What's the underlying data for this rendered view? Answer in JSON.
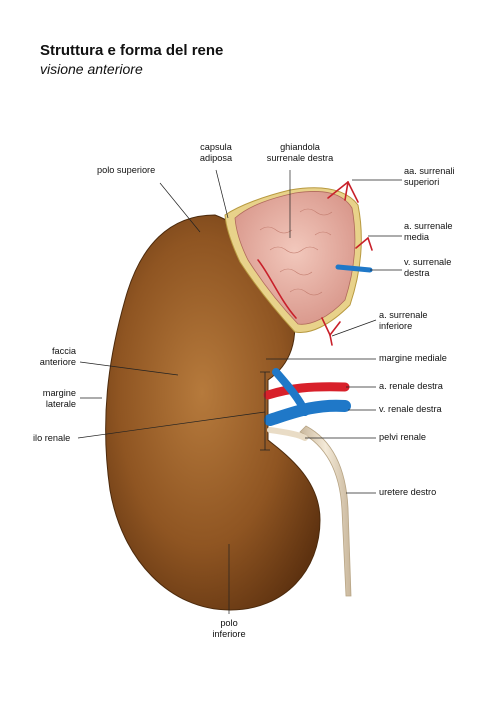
{
  "title": "Struttura e forma del rene",
  "subtitle": "visione anteriore",
  "labels": {
    "capsula_adiposa": "capsula\nadiposa",
    "ghiandola_surrenale_destra": "ghiandola\nsurrenale destra",
    "polo_superiore": "polo superiore",
    "aa_surrenali_superiori": "aa. surrenali\nsuperiori",
    "a_surrenale_media": "a. surrenale\nmedia",
    "v_surrenale_destra": "v. surrenale\ndestra",
    "a_surrenale_inferiore": "a. surrenale\ninferiore",
    "margine_mediale": "margine mediale",
    "faccia_anteriore": "faccia\nanteriore",
    "a_renale_destra": "a. renale destra",
    "margine_laterale": "margine\nlaterale",
    "v_renale_destra": "v. renale destra",
    "ilo_renale": "ilo renale",
    "pelvi_renale": "pelvi renale",
    "uretere_destro": "uretere destro",
    "polo_inferiore": "polo\ninferiore"
  },
  "colors": {
    "kidney": "#8a5220",
    "kidney_highlight": "#b0763a",
    "adrenal": "#e8b4a8",
    "fat": "#e8d28a",
    "artery": "#d8202a",
    "vein": "#1f78c8",
    "ureter": "#e9dcc6"
  }
}
